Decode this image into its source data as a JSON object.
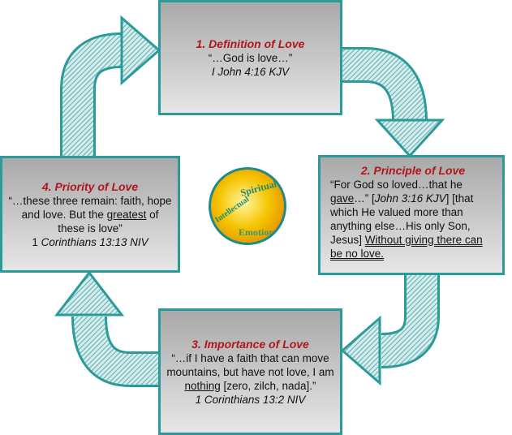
{
  "boxes": [
    {
      "title": "1. Definition of Love",
      "quote": "“…God is love…”",
      "ref": "I John 4:16 KJV"
    },
    {
      "title": "2. Principle of Love",
      "line1": "“For God so loved…that he",
      "gave": "gave",
      "line2a": "…” [",
      "ref": "John 3:16 KJV",
      "line2b": "] [that which He valued more than anything else…His only Son, Jesus] ",
      "emph": "Without giving there can be no love."
    },
    {
      "title": "3. Importance of Love",
      "text1": "“…if I have a faith that can move mountains, but have not love, I am ",
      "nothing": "nothing",
      "text2": " [zero, zilch, nada].”",
      "ref": "1 Corinthians 13:2 NIV"
    },
    {
      "title": "4. Priority of Love",
      "text1": "“…these three remain: faith, hope and love. But the ",
      "greatest": "greatest",
      "text2": " of these is love”",
      "ref_a": "1 ",
      "ref_b": "Corinthians 13:13 NIV"
    }
  ],
  "center": {
    "labels": [
      "Spiritual",
      "Intellectual",
      "Emotional"
    ]
  },
  "colors": {
    "teal": "#2a9a9a",
    "title_red": "#b0161c"
  }
}
